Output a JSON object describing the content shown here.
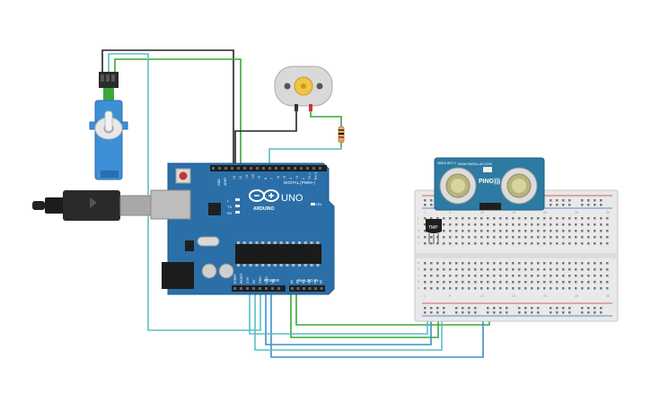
{
  "board": {
    "brand": "ARDUINO",
    "model": "UNO",
    "digital_label": "DIGITAL (PWM~)",
    "power_label": "POWER",
    "analog_label": "ANALOG IN",
    "aref_label": "AREF",
    "gnd_label": "GND",
    "tx_label": "TX",
    "rx_label": "RX",
    "l_label": "L",
    "on_label": "ON",
    "top_pin_numbers": [
      "13",
      "12",
      "~11",
      "~10",
      "~9",
      "8",
      "7",
      "~6",
      "~5",
      "4",
      "~3",
      "2",
      "TX 1",
      "RX 0"
    ],
    "power_pins": [
      "IOREF",
      "RESET",
      "3.3V",
      "5V",
      "GND",
      "GND",
      "Vin"
    ],
    "analog_pins": [
      "A0",
      "A1",
      "A2",
      "A3",
      "A4",
      "A5"
    ]
  },
  "sensor": {
    "brand": "WWW.PARALLAX.COM",
    "name": "PING)))",
    "rev": "28015 REV C"
  },
  "temp_sensor": {
    "label": "TMP"
  },
  "breadboard": {
    "column_numbers": [
      "1",
      "5",
      "10",
      "15",
      "20",
      "25",
      "30"
    ],
    "row_letters_top": [
      "j",
      "i",
      "h",
      "g",
      "f"
    ],
    "row_letters_bottom": [
      "e",
      "d",
      "c",
      "b",
      "a"
    ]
  },
  "colors": {
    "board_blue": "#2a6fa8",
    "board_dark": "#1f5e91",
    "sensor_blue": "#2d7aa3",
    "wire_green": "#3aa83a",
    "wire_teal": "#59bfc4",
    "wire_black": "#222222",
    "wire_blue": "#3b8fd0",
    "servo_blue": "#3d8fd6"
  }
}
